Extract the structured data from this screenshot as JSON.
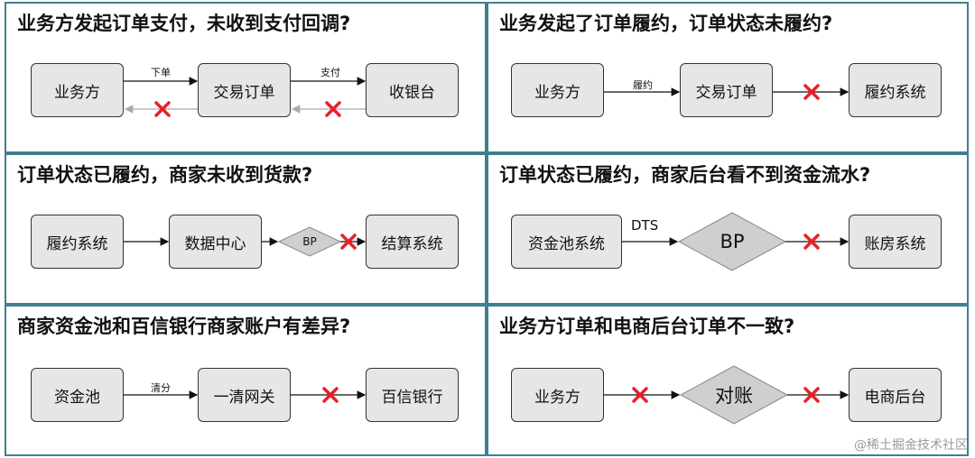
{
  "panels": [
    {
      "title": "业务方发起订单支付，未收到支付回调?",
      "nodes": [
        "业务方",
        "交易订单",
        "收银台"
      ],
      "labels": [
        "下单",
        "支付"
      ]
    },
    {
      "title": "业务发起了订单履约，订单状态未履约?",
      "nodes": [
        "业务方",
        "交易订单",
        "履约系统"
      ],
      "labels": [
        "履约"
      ]
    },
    {
      "title": "订单状态已履约，商家未收到货款?",
      "nodes": [
        "履约系统",
        "数据中心",
        "结算系统"
      ],
      "diamond": "BP"
    },
    {
      "title": "订单状态已履约，商家后台看不到资金流水?",
      "nodes": [
        "资金池系统",
        "账房系统"
      ],
      "labels": [
        "DTS"
      ],
      "diamond": "BP"
    },
    {
      "title": "商家资金池和百信银行商家账户有差异?",
      "nodes": [
        "资金池",
        "一清网关",
        "百信银行"
      ],
      "labels": [
        "清分"
      ]
    },
    {
      "title": "业务方订单和电商后台订单不一致?",
      "nodes": [
        "业务方",
        "电商后台"
      ],
      "diamond": "对账"
    }
  ],
  "watermark": "@稀土掘金技术社区",
  "colors": {
    "border": "#3f7f8f",
    "node": "#e6e6e6",
    "cross": "#e8202a",
    "diamond": "#cfcfcf"
  }
}
